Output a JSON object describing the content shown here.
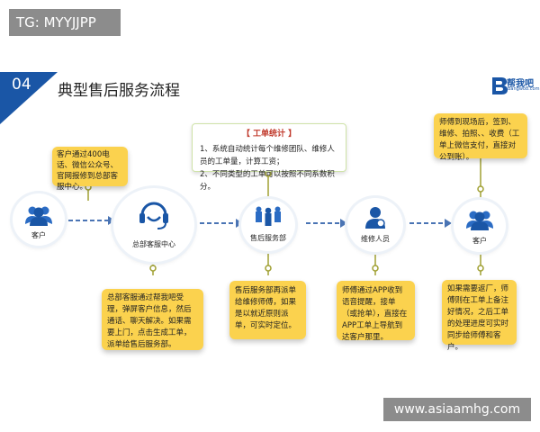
{
  "watermark_top": "TG: MYYJJPP",
  "watermark_bottom": "www.asiaamhg.com",
  "header": {
    "step": "04",
    "title": "典型售后服务流程",
    "logo_text": "帮我吧",
    "logo_sub": "Bangwo8.com"
  },
  "colors": {
    "accent": "#1a56a6",
    "note": "#fbd24e",
    "arrow": "#4a74b4"
  },
  "nodes": [
    {
      "label": "客户",
      "icon": "users-icon"
    },
    {
      "label": "总部客服中心",
      "icon": "headset-icon"
    },
    {
      "label": "售后服务部",
      "icon": "team-icon"
    },
    {
      "label": "维修人员",
      "icon": "worker-icon"
    },
    {
      "label": "客户",
      "icon": "users-icon"
    }
  ],
  "notes": {
    "customer_contact": "客户通过400电话、微信公众号、官网报修到总部客服中心。",
    "service_center": "总部客服通过帮我吧受理，弹屏客户信息，然后通话、聊天解决。如果需要上门，点击生成工单，派单给售后服务部。",
    "aftersales_dept": "售后服务部再派单给维修师傅，如果是以就近原则派单，可实时定位。",
    "technician": "师傅通过APP收到语音提醒，接单（或抢单），直接在APP工单上导航到达客户那里。",
    "onsite": "师傅到现场后，签到、维修、拍照、、收费（工单上微信支付，直接对公到账）。",
    "return_shop": "如果需要返厂，师傅则在工单上备注好情况，之后工单的处理进度可实时同步给师傅和客户。"
  },
  "stats": {
    "header": "【 工单统计 】",
    "lines": [
      "1、系统自动统计每个维修团队、维修人员的工单量，计算工资；",
      "2、不同类型的工单可以按照不同系数积分。"
    ]
  }
}
